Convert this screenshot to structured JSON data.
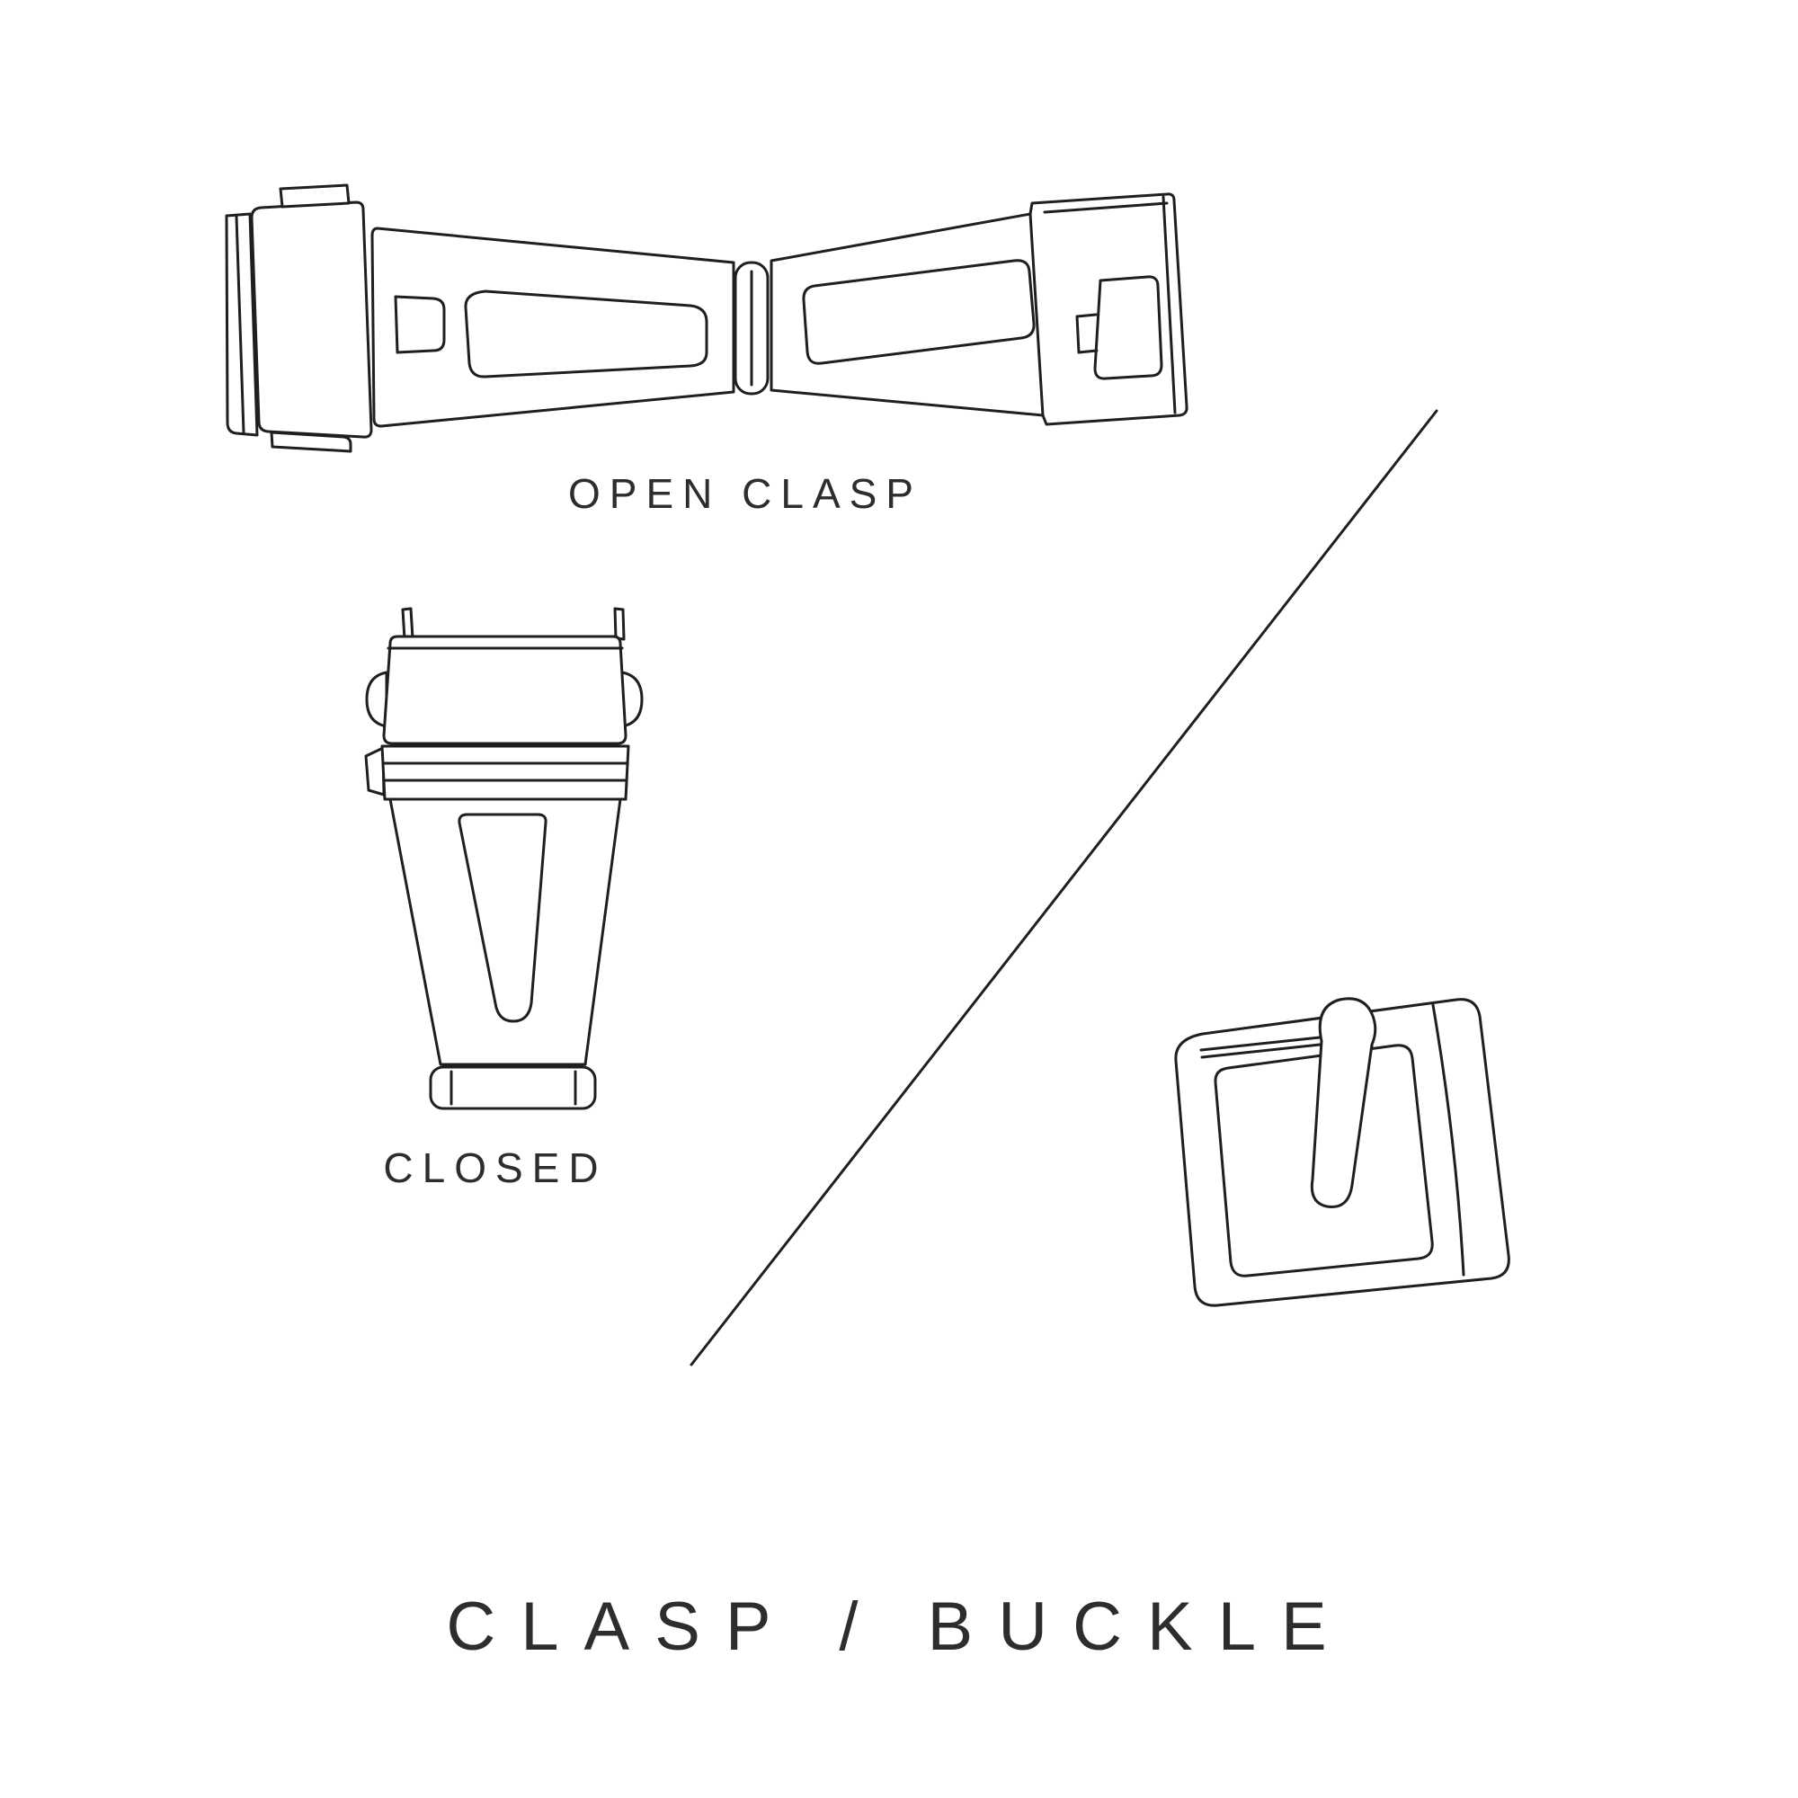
{
  "canvas": {
    "background": "#ffffff",
    "stroke_color": "#1f1f1f",
    "text_color": "#2d2d2d"
  },
  "figures": {
    "open_clasp": {
      "label": "OPEN CLASP",
      "icon": "open-clasp-illustration"
    },
    "closed_clasp": {
      "label": "CLOSED",
      "icon": "closed-clasp-illustration"
    },
    "buckle": {
      "icon": "pin-buckle-illustration"
    }
  },
  "divider": {
    "icon": "diagonal-divider-line"
  },
  "title": "CLASP / BUCKLE"
}
